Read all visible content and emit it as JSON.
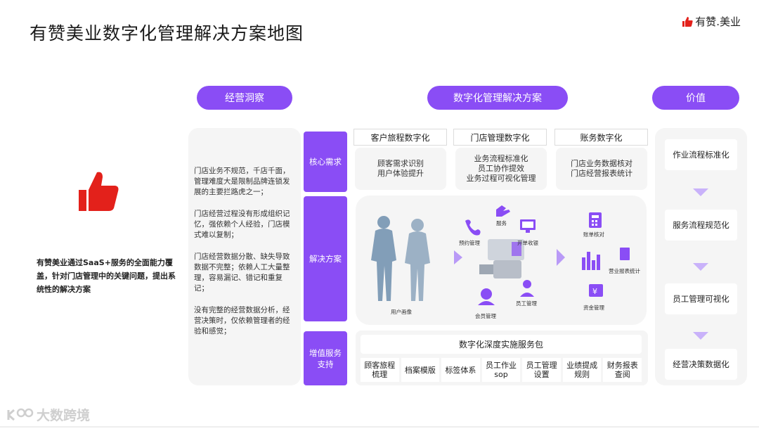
{
  "title": "有赞美业数字化管理解决方案地图",
  "logo": {
    "text": "有赞.美业",
    "icon": "thumbs-up-icon"
  },
  "pills": {
    "insight": "经营洞察",
    "solution": "数字化管理解决方案",
    "value": "价值"
  },
  "intro": "有赞美业通过SaaS+服务的全面能力覆盖，针对门店管理中的关键问题，提出系统性的解决方案",
  "insights": [
    "门店业务不规范，千店千面，管理难度大是限制品牌连锁发展的主要拦路虎之一；",
    "门店经营过程没有形成组织记忆，强依赖个人经验，门店模式难以复制；",
    "门店经营数据分散、缺失导致数据不完整；依赖人工大量整理，容易漏记、错记和重复记；",
    "没有完整的经营数据分析，经营决策时，仅依赖管理者的经验和感觉；"
  ],
  "side_labels": {
    "core": "核心需求",
    "solution": "解决方案",
    "vas": "增值服务\n支持"
  },
  "columns": [
    {
      "header": "客户旅程数字化",
      "lines": [
        "顾客需求识别",
        "用户体验提升"
      ]
    },
    {
      "header": "门店管理数字化",
      "lines": [
        "业务流程标准化",
        "员工协作提效",
        "业务过程可视化管理"
      ]
    },
    {
      "header": "账务数字化",
      "lines": [
        "门店业务数据核对",
        "门店经营报表统计"
      ]
    }
  ],
  "solution_nodes": {
    "portrait": "用户画像",
    "booking": "预约管理",
    "service": "服务",
    "checkout": "开单收银",
    "member": "会员管理",
    "staff": "员工管理",
    "bill": "账单核对",
    "report": "营业报表统计",
    "funds": "资金管理"
  },
  "vas": {
    "header": "数字化深度实施服务包",
    "items": [
      "顾客旅程\n梳理",
      "档案模版",
      "标签体系",
      "员工作业\nsop",
      "员工管理\n设置",
      "业绩提成\n规则",
      "财务报表\n查阅"
    ]
  },
  "values": [
    "作业流程标准化",
    "服务流程规范化",
    "员工管理可视化",
    "经营决策数据化"
  ],
  "watermark": "大数跨境",
  "colors": {
    "accent": "#8a4df5",
    "thumb": "#e3211b",
    "panel": "#f5f5f5",
    "arrow": "#c9b2fa"
  }
}
